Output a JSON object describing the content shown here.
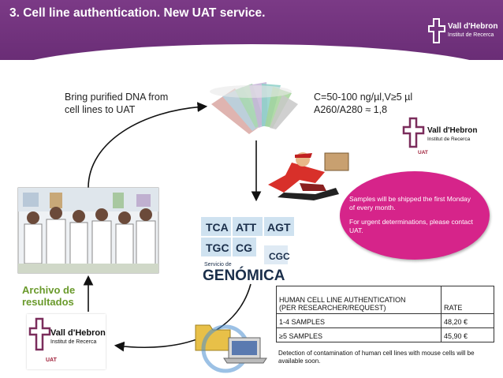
{
  "header": {
    "title": "3. Cell line authentication. New UAT service.",
    "logo_name": "Vall d'Hebron",
    "logo_sub": "Institut de Recerca"
  },
  "steps": {
    "bring_line1": "Bring purified DNA from",
    "bring_line2": "cell lines to UAT",
    "conc_line1": "C=50-100 ng/µl,V≥5 µl",
    "conc_line2": "A260/A280 ≈ 1,8"
  },
  "logo": {
    "name": "Vall d'Hebron",
    "sub": "Institut de Recerca",
    "uat": "UAT"
  },
  "callout": {
    "line1": "Samples will be shipped the first Monday of every month.",
    "line2": "For urgent determinations, please contact UAT."
  },
  "genomica": {
    "codes": [
      "TCA",
      "ATT",
      "AGT",
      "TGC",
      "CG",
      "CGC"
    ],
    "servicio": "Servicio de",
    "title": "GENÓMICA"
  },
  "archivo": {
    "line1": "Archivo de",
    "line2": "resultados"
  },
  "table": {
    "header_line1": "HUMAN CELL LINE AUTHENTICATION",
    "header_line2": "(PER RESEARCHER/REQUEST)",
    "rate_label": "RATE",
    "rows": [
      {
        "label": "1-4 SAMPLES",
        "rate": "48,20 €"
      },
      {
        "label": "≥5 SAMPLES",
        "rate": "45,90 €"
      }
    ]
  },
  "note": "Detection of contamination of human cell lines with mouse cells will be available soon.",
  "colors": {
    "header": "#6f2f7b",
    "callout": "#d6248a",
    "logo_mark": "#7b2d5c",
    "archivo": "#6a9a2c"
  }
}
